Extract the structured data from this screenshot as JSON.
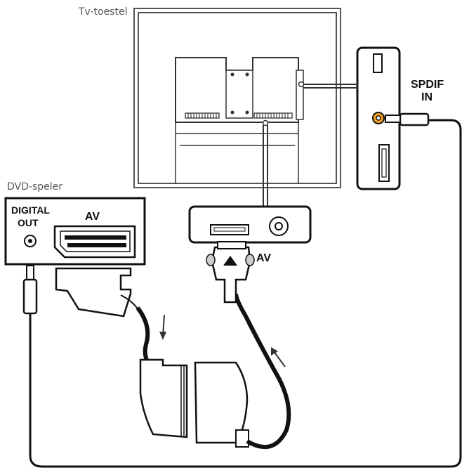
{
  "labels": {
    "tv": "Tv-toestel",
    "dvd": "DVD-speler",
    "digital_line1": "DIGITAL",
    "digital_line2": "OUT",
    "av_dvd": "AV",
    "av_tv": "AV",
    "spdif_line1": "SPDIF",
    "spdif_line2": "IN"
  },
  "colors": {
    "outline": "#111111",
    "panel": "#ffffff",
    "spdif_port": "#f0a020",
    "cable": "#111111"
  }
}
